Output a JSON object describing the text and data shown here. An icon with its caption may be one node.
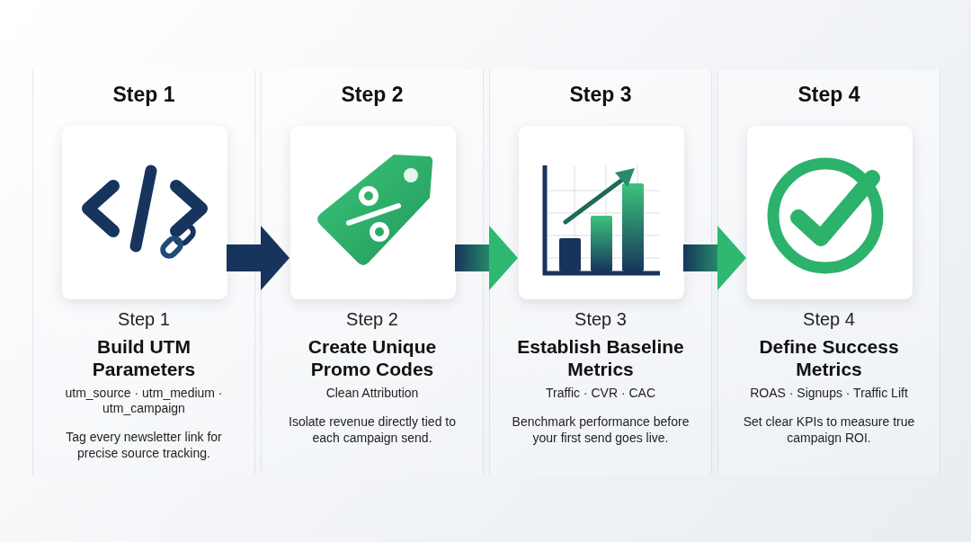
{
  "diagram": {
    "nodes": [
      {
        "text": [
          "Step 1",
          "Step 1",
          "Build UTM Parameters",
          "utm_source · utm_medium · utm_campaign",
          "Tag every newsletter link for precise source tracking."
        ]
      },
      {
        "text": [],
        "shape": "box",
        "in": 0
      },
      {
        "text": [
          "Step 2",
          "Step 2",
          "Create Unique Promo Codes",
          "Clean Attribution",
          "Isolate revenue directly tied to each campaign send."
        ]
      },
      {
        "text": [],
        "shape": "box",
        "in": 2
      },
      {
        "text": [
          "Step 3",
          "Step 3",
          "Establish Baseline Metrics",
          "Traffic · CVR · CAC",
          "Benchmark performance before your first send goes live."
        ]
      },
      {
        "text": [],
        "shape": "box",
        "in": 4
      },
      {
        "text": [
          "Step 4",
          "Step 4",
          "Define Success Metrics",
          "ROAS · Signups · Traffic Lift",
          "Set clear KPIs to measure true campaign ROI."
        ]
      },
      {
        "text": [],
        "shape": "box",
        "in": 6
      }
    ],
    "edges": [
      {
        "from": 1,
        "to": 3,
        "arrow": "to",
        "color": "#17355c"
      },
      {
        "from": 3,
        "to": 5,
        "arrow": "to"
      },
      {
        "from": 5,
        "to": 7,
        "arrow": "to"
      }
    ]
  }
}
